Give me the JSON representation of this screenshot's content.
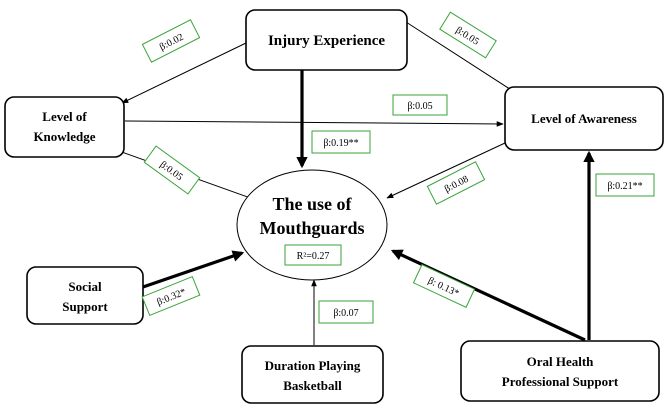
{
  "nodes": {
    "injury": {
      "lines": [
        "Injury Experience"
      ]
    },
    "knowledge": {
      "lines": [
        "Level of",
        "Knowledge"
      ]
    },
    "awareness": {
      "lines": [
        "Level of Awareness"
      ]
    },
    "mouthguards": {
      "lines": [
        "The use of",
        "Mouthguards"
      ],
      "rsq": "R²=0.27"
    },
    "social": {
      "lines": [
        "Social",
        "Support"
      ]
    },
    "duration": {
      "lines": [
        "Duration Playing",
        "Basketball"
      ]
    },
    "oral": {
      "lines": [
        "Oral Health",
        "Professional Support"
      ]
    }
  },
  "edges": [
    {
      "id": "injury-knowledge",
      "coef": "β:0.02",
      "significant": false
    },
    {
      "id": "injury-awareness",
      "coef": "β:0.05",
      "significant": false
    },
    {
      "id": "injury-mouthguards",
      "coef": "β:0.19**",
      "significant": true
    },
    {
      "id": "knowledge-awareness",
      "coef": "β:0.05",
      "significant": false
    },
    {
      "id": "knowledge-mouthguards",
      "coef": "β:0.05",
      "significant": false
    },
    {
      "id": "awareness-mouthguards",
      "coef": "β:0.08",
      "significant": false
    },
    {
      "id": "oral-awareness",
      "coef": "β:0.21**",
      "significant": true
    },
    {
      "id": "social-mouthguards",
      "coef": "β:0.32*",
      "significant": true
    },
    {
      "id": "oral-mouthguards",
      "coef": "β: 0.13*",
      "significant": true
    },
    {
      "id": "duration-mouthguards",
      "coef": "β:0.07",
      "significant": false
    }
  ],
  "colors": {
    "coef_border": "#3aa33a",
    "node_border": "#000000",
    "arrow": "#000000"
  }
}
